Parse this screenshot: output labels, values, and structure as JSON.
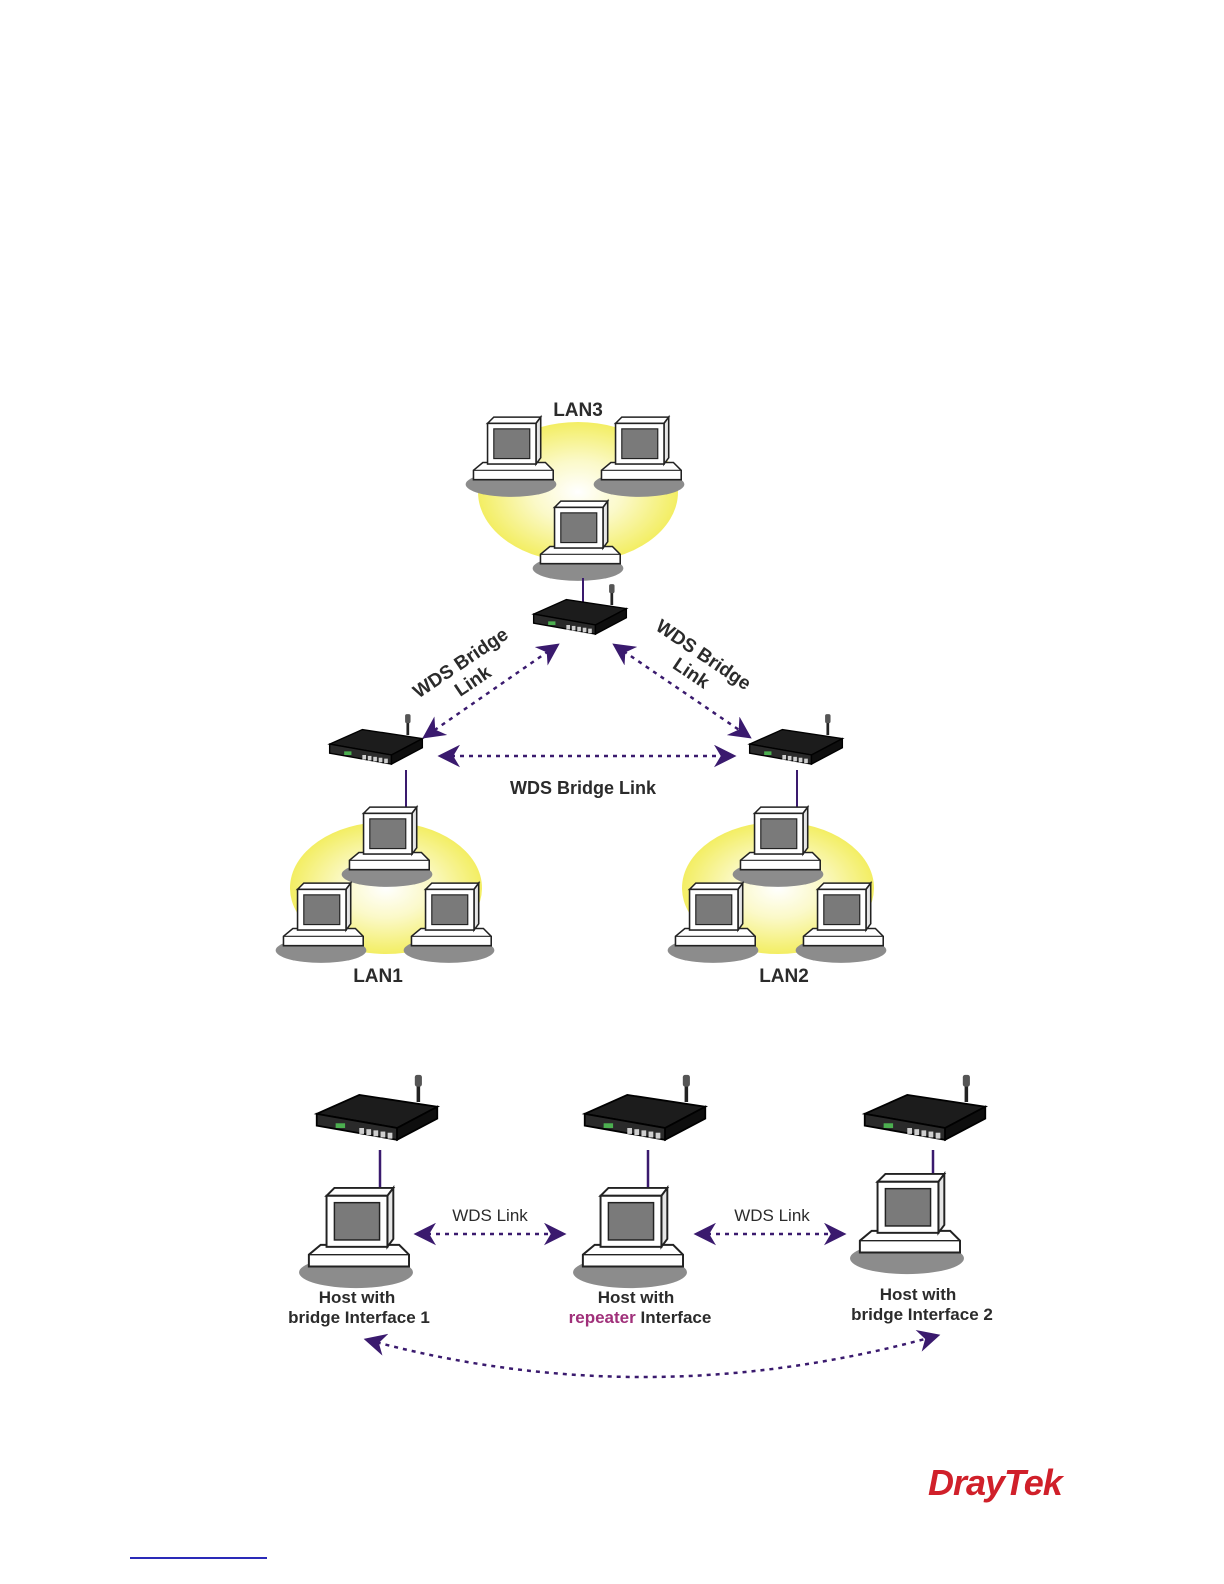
{
  "diagram1": {
    "lan3_label": "LAN3",
    "lan1_label": "LAN1",
    "lan2_label": "LAN2",
    "left_link_line1": "WDS Bridge",
    "left_link_line2": "Link",
    "right_link_line1": "WDS Bridge",
    "right_link_line2": "Link",
    "bottom_link_label": "WDS Bridge Link"
  },
  "diagram2": {
    "left_link_label": "WDS Link",
    "right_link_label": "WDS Link",
    "host1_line1": "Host with",
    "host1_line2": "bridge Interface 1",
    "host2_line1": "Host with",
    "host2_line2_highlight": "repeater",
    "host2_line2_rest": " Interface",
    "host3_line1": "Host with",
    "host3_line2": "bridge Interface 2"
  },
  "colors": {
    "link_arrow": "#3a1a6e",
    "cable": "#3a1a6e",
    "lan_glow": "#f5f07a",
    "repeater_highlight": "#a0307a",
    "brand": "#d0202a"
  },
  "brand": {
    "logo_text": "DrayTek"
  }
}
